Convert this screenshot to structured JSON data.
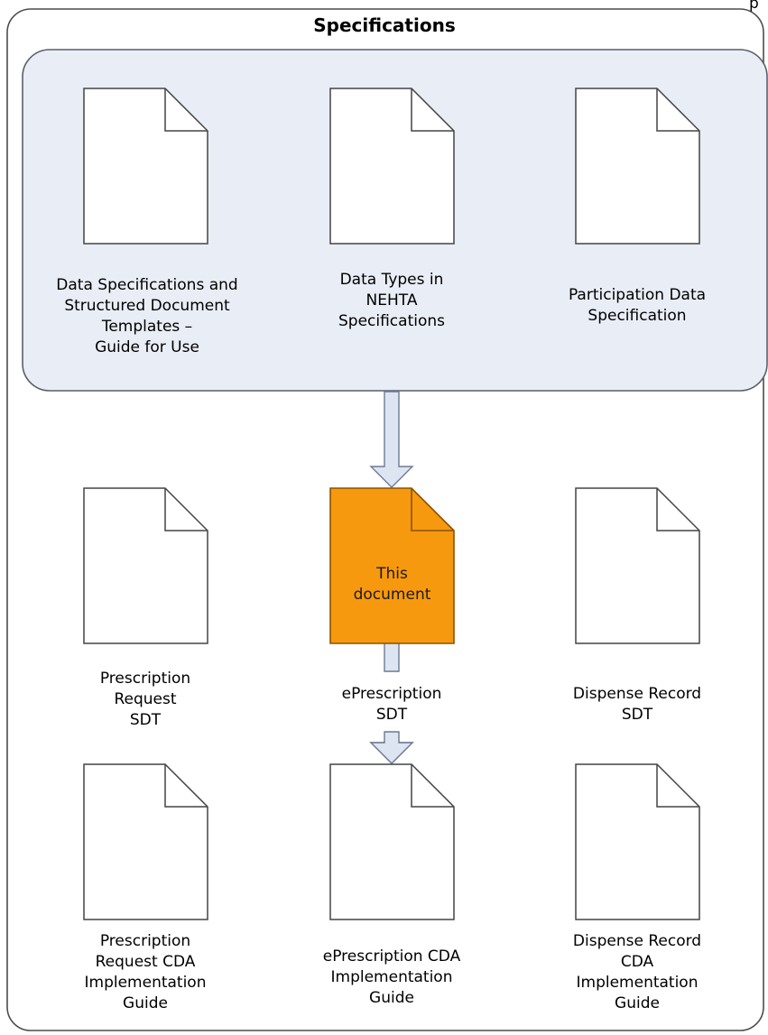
{
  "title": "Specifications",
  "top_right_text": "p",
  "colors": {
    "frame_stroke": "#4d4d4d",
    "group_fill": "#e9edf6",
    "group_stroke": "#5a5f6a",
    "doc_fill": "#ffffff",
    "doc_stroke": "#444444",
    "highlight_fill": "#f7990f",
    "highlight_stroke": "#8a5200",
    "arrow_fill": "#dde5f3",
    "arrow_stroke": "#6c7a92"
  },
  "base_docs": [
    {
      "id": "data-spec-guide",
      "label": "Data Specifications   and\nStructured Document\nTemplates –\nGuide for Use"
    },
    {
      "id": "data-types",
      "label": "Data Types in\nNEHTA\nSpecifications"
    },
    {
      "id": "participation",
      "label": "Participation Data\nSpecification"
    }
  ],
  "sdt_docs": [
    {
      "id": "prescription-request-sdt",
      "label": "Prescription\nRequest\nSDT"
    },
    {
      "id": "eprescription-sdt",
      "label": "ePrescription\nSDT",
      "highlight_text": "This\ndocument"
    },
    {
      "id": "dispense-record-sdt",
      "label": "Dispense Record\nSDT"
    }
  ],
  "cda_docs": [
    {
      "id": "prescription-request-cda",
      "label": "Prescription\nRequest CDA\nImplementation\nGuide"
    },
    {
      "id": "eprescription-cda",
      "label": "ePrescription CDA\nImplementation\nGuide"
    },
    {
      "id": "dispense-record-cda",
      "label": "Dispense Record\nCDA\nImplementation\nGuide"
    }
  ]
}
